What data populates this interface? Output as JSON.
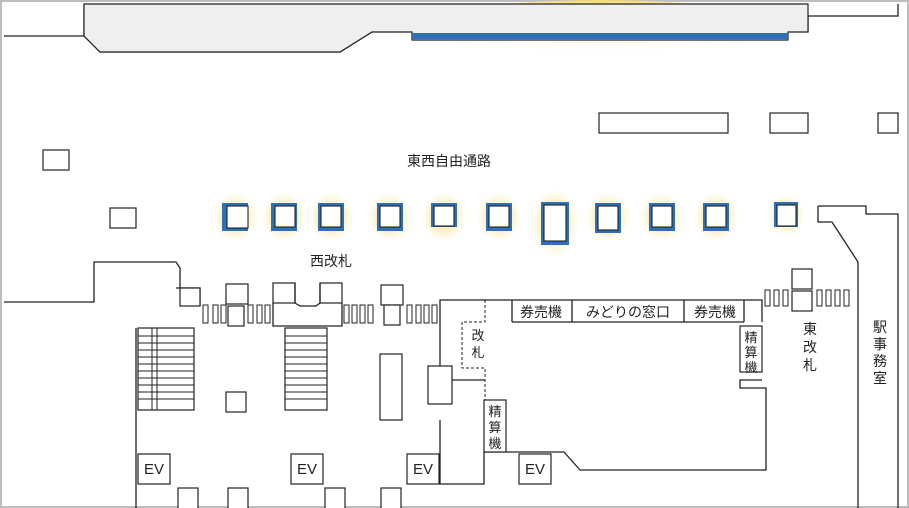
{
  "map": {
    "passage_label": "東西自由通路",
    "west_gate_label": "西改札",
    "east_gate_label": [
      "東",
      "改",
      "札"
    ],
    "station_office_label": [
      "駅",
      "事",
      "務",
      "室"
    ],
    "small_gate_label": [
      "改",
      "札"
    ],
    "ticket_machine_left": "券売機",
    "midori_window": "みどりの窓口",
    "ticket_machine_right": "券売機",
    "fare_adjust_left": [
      "精",
      "算",
      "機"
    ],
    "fare_adjust_right": [
      "精",
      "算",
      "機"
    ],
    "elevator_labels": [
      "EV",
      "EV",
      "EV",
      "EV"
    ],
    "colors": {
      "highlight_blue": "#2f6fb5",
      "glow": "#f7dc6f",
      "frame": "#bdbdbd",
      "top_block": "#efefef"
    }
  }
}
